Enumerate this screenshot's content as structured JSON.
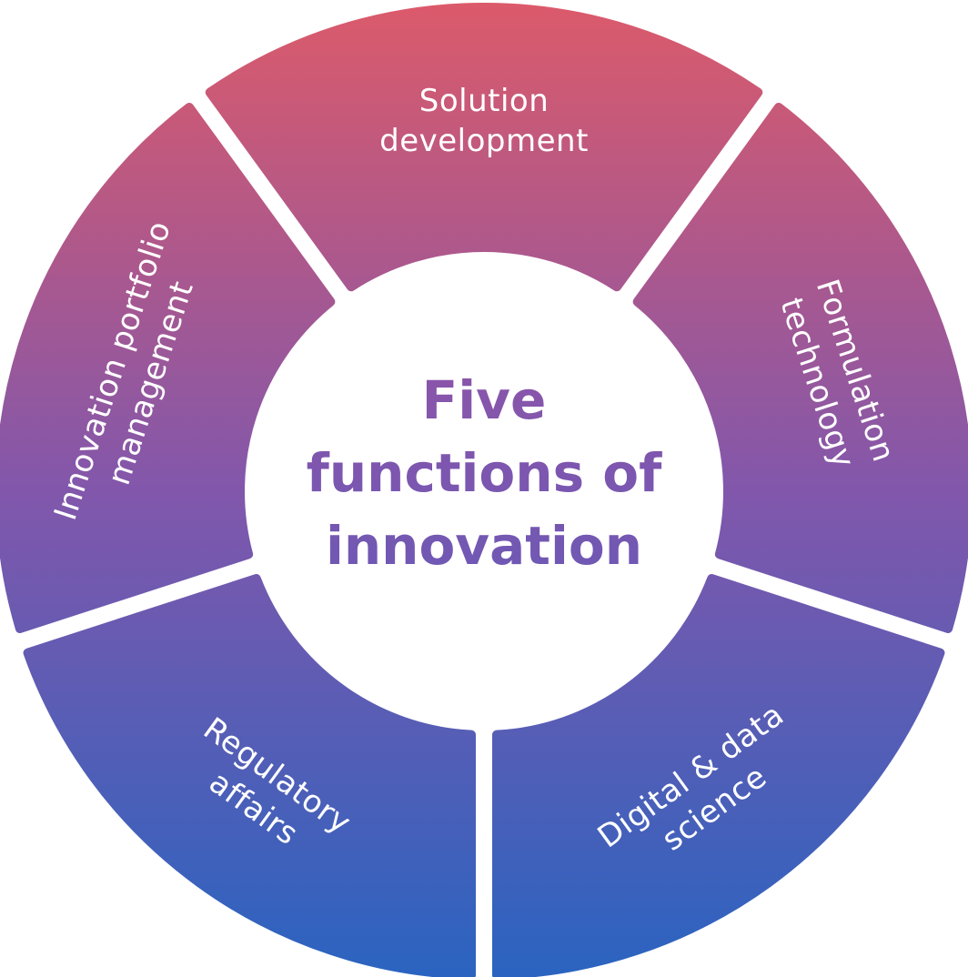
{
  "diagram": {
    "title_lines": [
      "Five",
      "functions of",
      "innovation"
    ],
    "title_color": "#7b55b0",
    "gradient": {
      "top": "#dc5a6a",
      "middle": "#8257ab",
      "bottom": "#2a64c0"
    },
    "segments": [
      {
        "id": "solution-development",
        "lines": [
          "Solution",
          "development"
        ]
      },
      {
        "id": "formulation-technology",
        "lines": [
          "Formulation",
          "technology"
        ]
      },
      {
        "id": "digital-data-science",
        "lines": [
          "Digital & data",
          "science"
        ]
      },
      {
        "id": "regulatory-affairs",
        "lines": [
          "Regulatory",
          "affairs"
        ]
      },
      {
        "id": "innovation-portfolio-management",
        "lines": [
          "Innovation portfolio",
          "management"
        ]
      }
    ]
  }
}
